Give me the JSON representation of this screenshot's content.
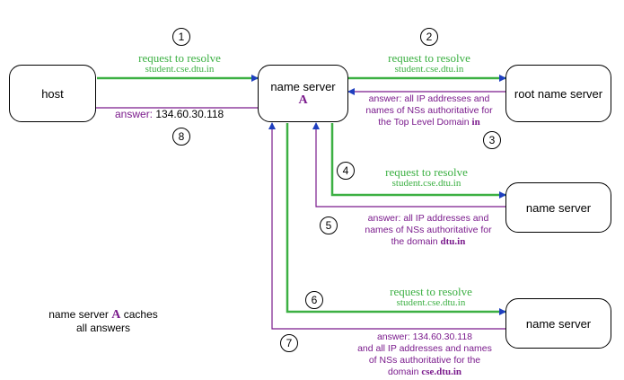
{
  "nodes": {
    "host": "host",
    "ns_a": "name server",
    "ns_a_sub": "A",
    "root": "root name server",
    "ns_tld": "name server",
    "ns_auth": "name server"
  },
  "steps": [
    "1",
    "2",
    "3",
    "4",
    "5",
    "6",
    "7",
    "8"
  ],
  "messages": {
    "req_label": "request to resolve",
    "query_name": "student.cse.dtu.in",
    "ans1_prefix": "answer: ",
    "ans1_ip": "134.60.30.118",
    "root_ans": {
      "line1": "answer: all IP addresses and",
      "line2": "names of NSs authoritative for",
      "line3": "the Top Level Domain",
      "domain": "in"
    },
    "tld_ans": {
      "line1": "answer: all IP addresses and",
      "line2": "names of NSs authoritative for",
      "line3": "the domain",
      "domain": "dtu.in"
    },
    "auth_ans": {
      "line1": "answer: 134.60.30.118",
      "line2": "and all IP addresses and names",
      "line3": "of NSs authoritative for the",
      "line4": "domain",
      "domain": "cse.dtu.in"
    }
  },
  "note": {
    "line1a": "name server",
    "line1b": "A",
    "line1c": "caches",
    "line2": "all answers"
  },
  "colors": {
    "request": "#3cb043",
    "answer": "#7a1a8c",
    "arrowhead": "#1f3fbf"
  }
}
